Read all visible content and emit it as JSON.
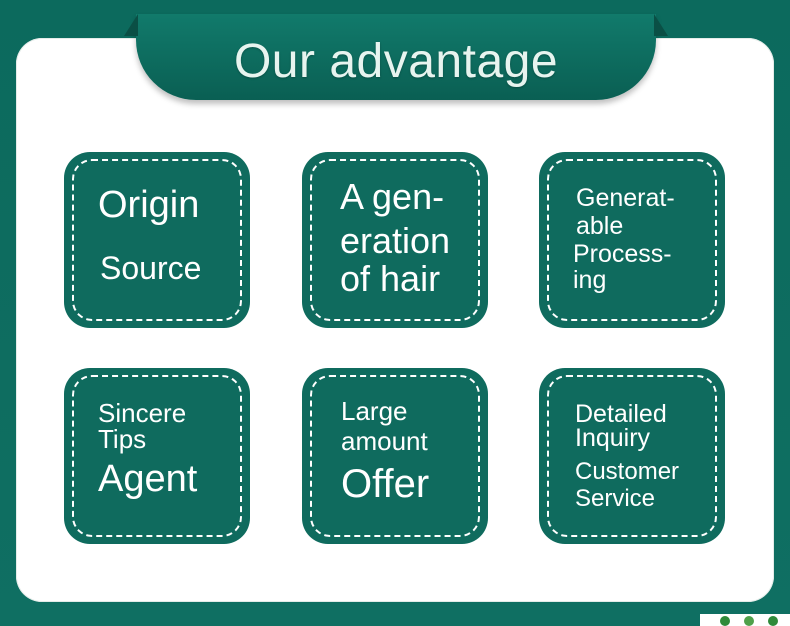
{
  "title": "Our advantage",
  "cards": [
    {
      "lines": [
        "Origin",
        "Source"
      ]
    },
    {
      "lines": [
        "A gen-",
        "eration",
        "of hair"
      ]
    },
    {
      "lines": [
        "Generat-",
        "able",
        "Process-",
        "ing"
      ]
    },
    {
      "lines": [
        "Sincere",
        "Tips",
        "Agent"
      ]
    },
    {
      "lines": [
        "Large",
        "amount",
        "Offer"
      ]
    },
    {
      "lines": [
        "Detailed",
        "Inquiry",
        "Customer",
        "Service"
      ]
    }
  ]
}
